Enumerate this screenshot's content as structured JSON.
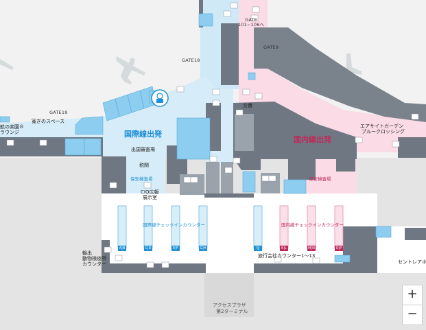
{
  "map": {
    "gates": {
      "gate_101_106": "GATE\n101~106へ",
      "gate9": "GATE9",
      "gate18": "GATE18",
      "gate19": "GATE19"
    },
    "areas": {
      "intl_departure": "国際線出発",
      "dom_departure": "国内線出発",
      "lounge": "寛ぎのスペース",
      "lounge_left": "ラウンジ",
      "lounge_left_top": "航の楽園®",
      "garden": "エアサイトガーデン",
      "garden_sub": "ブルークロッシング",
      "immigration": "出国審査場",
      "customs": "税関",
      "security_intl": "保安検査場",
      "security_dom": "保安検査場",
      "ciq": "CIQ広報",
      "ciq_sub": "展示室",
      "exchange": "交番",
      "intl_checkin": "国際線チェックインカウンター",
      "dom_checkin": "国内線チェックインカウンター",
      "travel_counter": "旅行会社カウンター1～13",
      "cargo": "輸出",
      "cargo2": "動物検疫所",
      "cargo3": "カウンター",
      "centrair_hall": "セントレアホー",
      "access_plaza": "アクセスプラザ",
      "terminal2": "第2ターミナル"
    },
    "counters_intl": [
      "A|B",
      "C|D",
      "E|F",
      "G|H",
      "I|J"
    ],
    "counters_dom": [
      "K|L",
      "M|N",
      "O|P"
    ]
  },
  "controls": {
    "zoom_in": "+",
    "zoom_out": "−"
  },
  "colors": {
    "intl": "#b8def4",
    "dom": "#f9c6d6",
    "wall": "#6b7680",
    "floor": "#ffffff",
    "bg": "#e9e9e9"
  }
}
